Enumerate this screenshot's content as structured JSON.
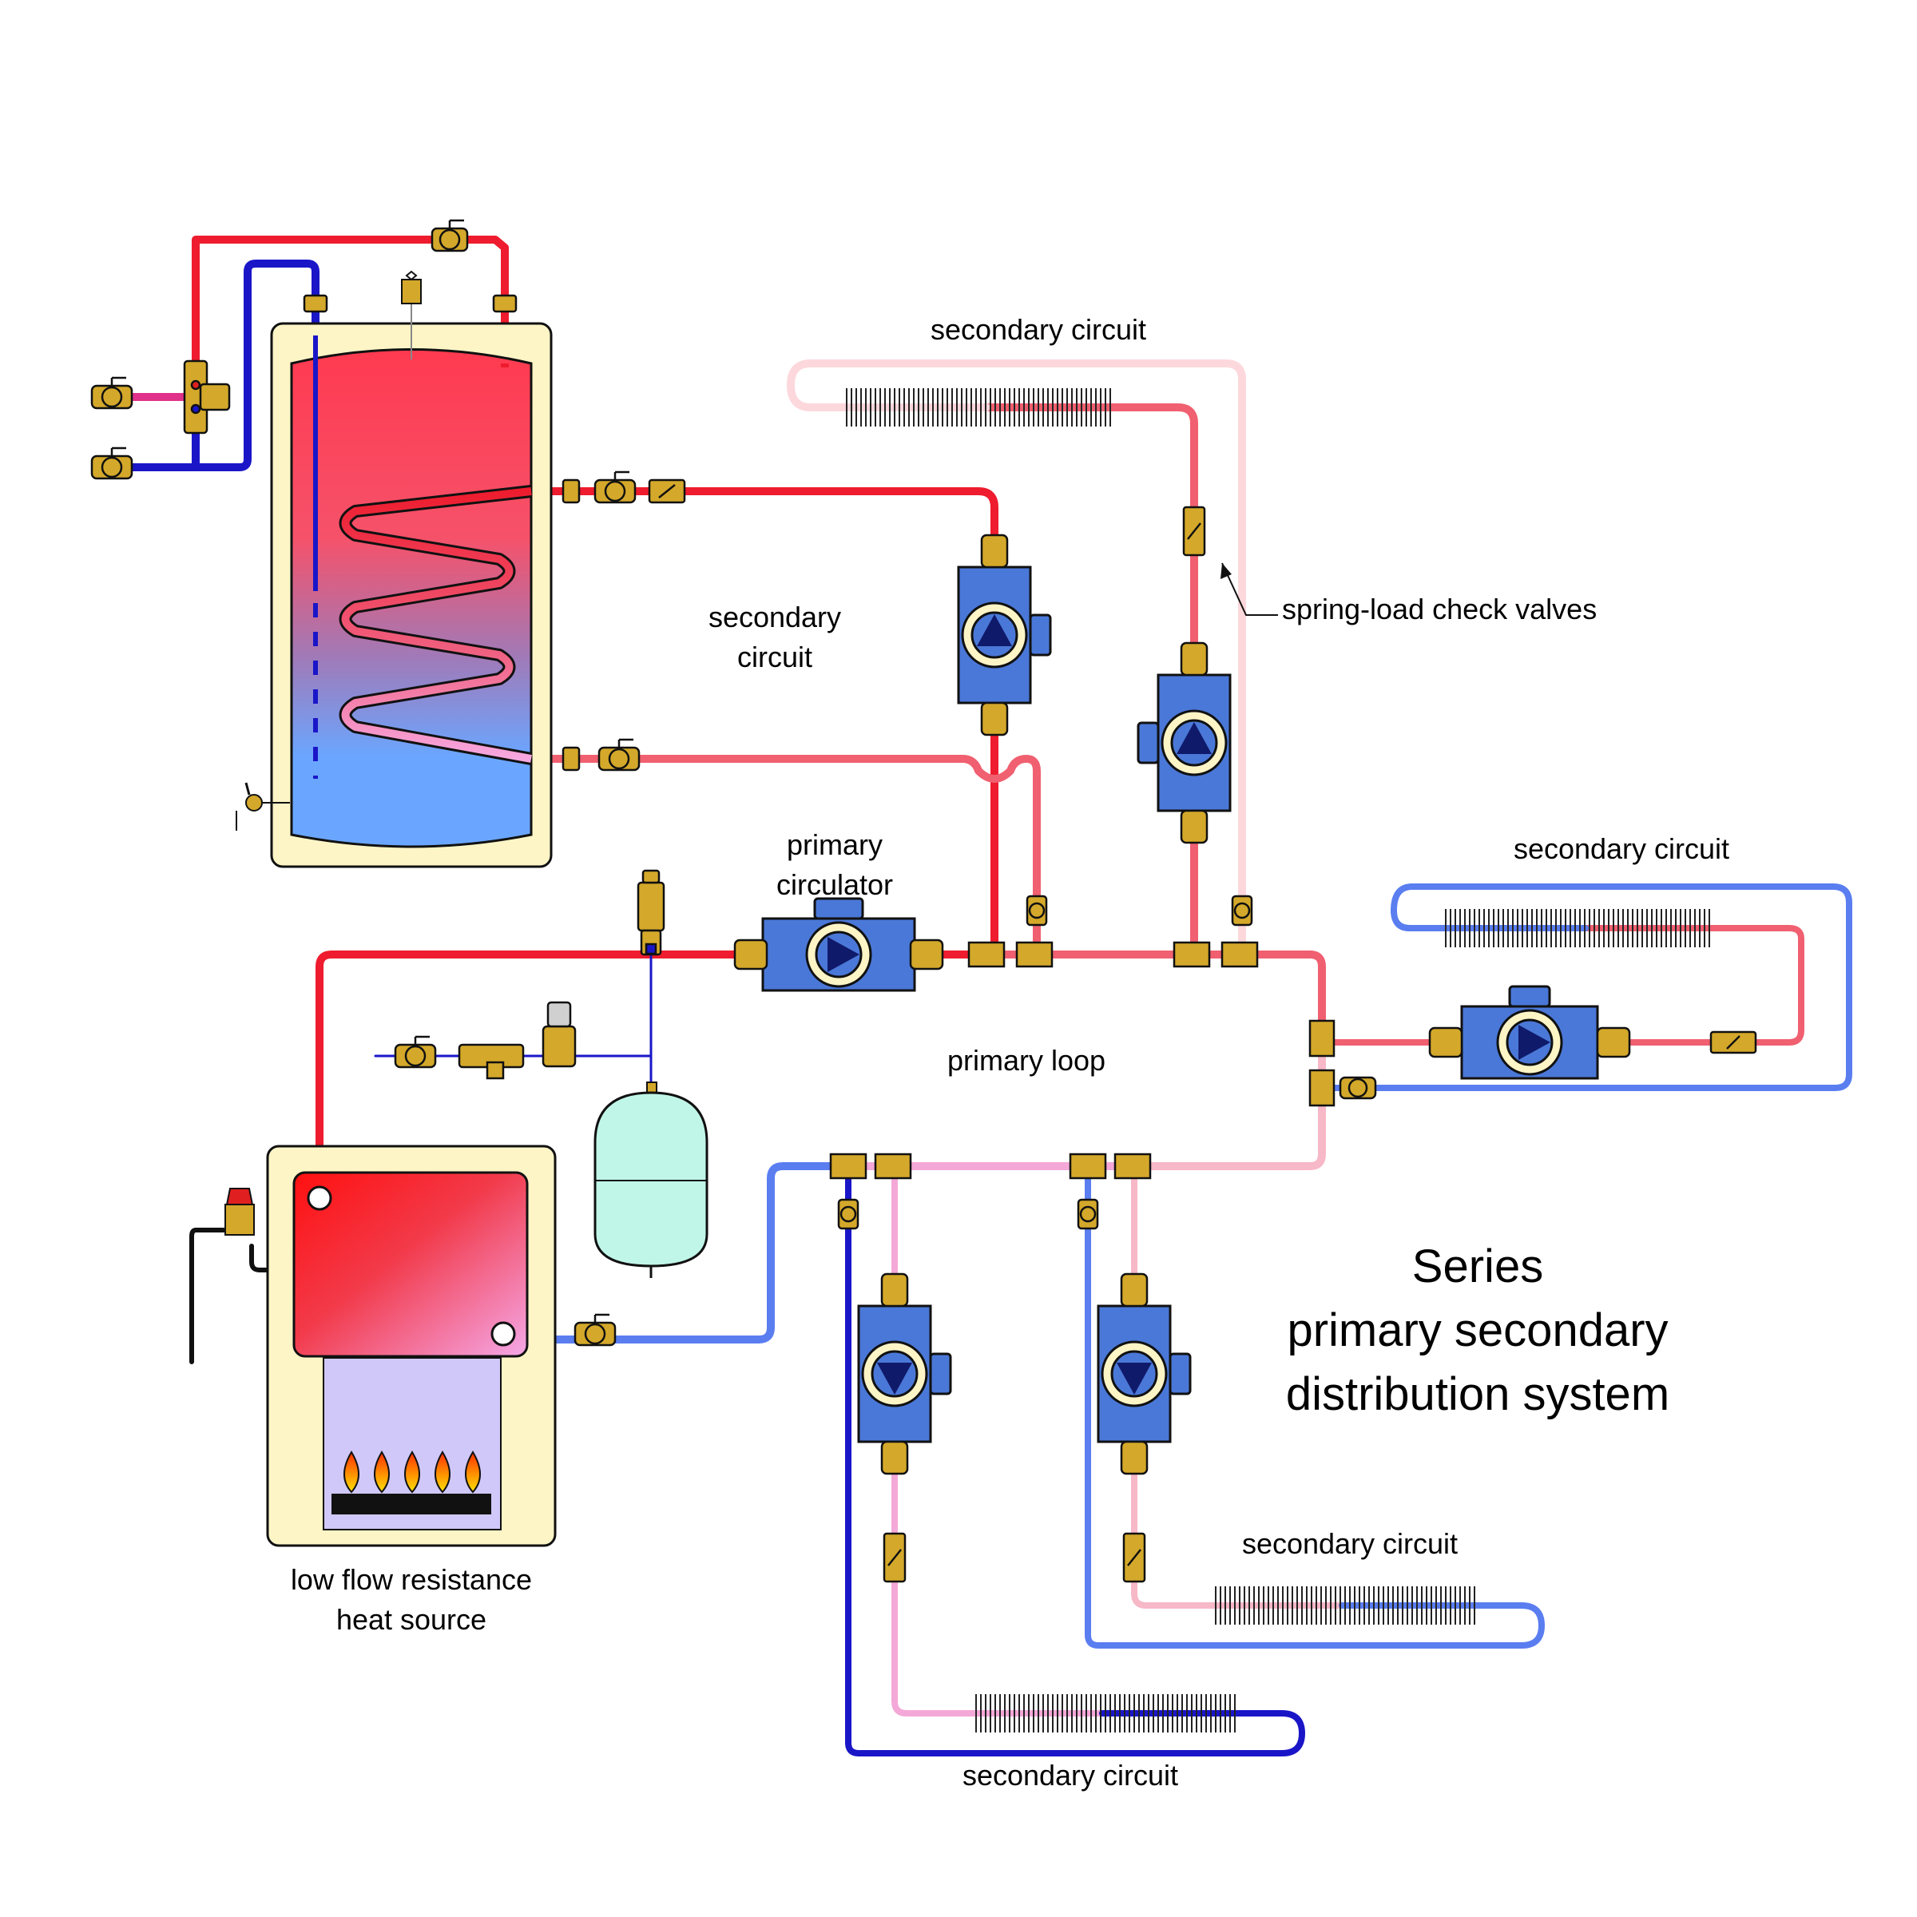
{
  "title": {
    "line1": "Series",
    "line2": "primary secondary",
    "line3": "distribution system"
  },
  "labels": {
    "secondary_top": "secondary circuit",
    "secondary_tank_line1": "secondary",
    "secondary_tank_line2": "circuit",
    "check_valves": "spring-load check valves",
    "secondary_right": "secondary circuit",
    "primary_circulator_line1": "primary",
    "primary_circulator_line2": "circulator",
    "primary_loop": "primary loop",
    "heat_source_line1": "low flow resistance",
    "heat_source_line2": "heat source",
    "secondary_bottom_right": "secondary circuit",
    "secondary_bottom": "secondary circuit"
  },
  "colors": {
    "hot": "#ee1c2e",
    "warm": "#f06878",
    "pink": "#f4a8d8",
    "cool": "#5a7ef0",
    "cold": "#1a16c8",
    "brass": "#d4a82a",
    "pump_blue": "#4a78d8",
    "pump_arrow": "#101a6a",
    "tank_shell": "#fdf5c6",
    "expansion_tank": "#c0f6e8"
  }
}
